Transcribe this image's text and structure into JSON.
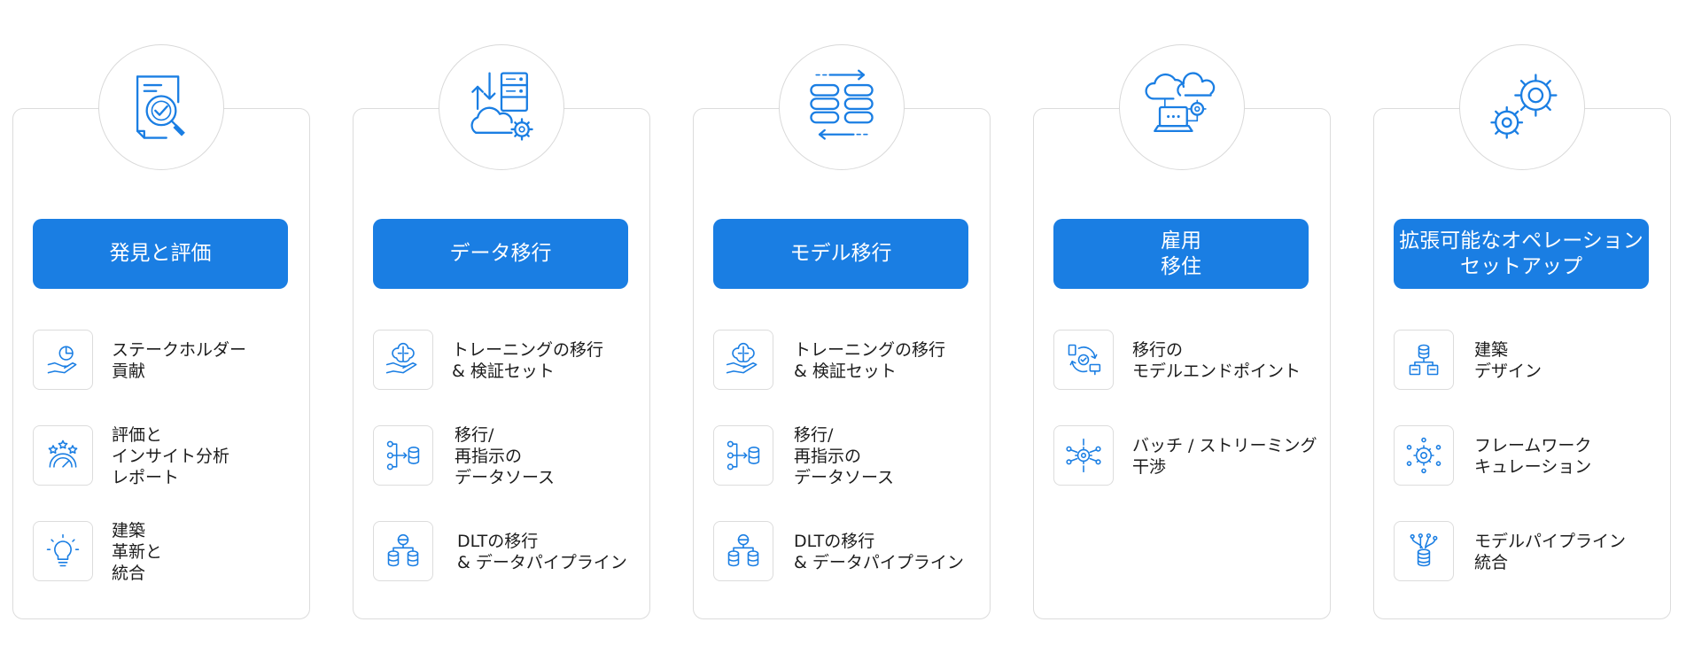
{
  "columns": [
    {
      "icon": "magnifier-document-icon",
      "title": "発見と評価",
      "items": [
        {
          "icon": "hand-pie-chart-icon",
          "text": "ステークホルダー\n貢献"
        },
        {
          "icon": "gauge-stars-icon",
          "text": "評価と\nインサイト分析\nレポート"
        },
        {
          "icon": "lightbulb-icon",
          "text": "建築\n革新と\n統合"
        }
      ]
    },
    {
      "icon": "cloud-server-transfer-icon",
      "title": "データ移行",
      "items": [
        {
          "icon": "hand-brain-icon",
          "text": "トレーニングの移行\n& 検証セット"
        },
        {
          "icon": "nodes-to-database-icon",
          "text": "移行/\n再指示の\nデータソース"
        },
        {
          "icon": "database-network-icon",
          "text": "DLTの移行\n& データパイプライン"
        }
      ]
    },
    {
      "icon": "database-transfer-arrows-icon",
      "title": "モデル移行",
      "items": [
        {
          "icon": "hand-brain-icon",
          "text": "トレーニングの移行\n& 検証セット"
        },
        {
          "icon": "nodes-to-database-icon",
          "text": "移行/\n再指示の\nデータソース"
        },
        {
          "icon": "database-network-icon",
          "text": "DLTの移行\n& データパイプライン"
        }
      ]
    },
    {
      "icon": "cloud-laptop-gear-icon",
      "title": "雇用\n移住",
      "items": [
        {
          "icon": "device-sync-check-icon",
          "text": "移行の\nモデルエンドポイント"
        },
        {
          "icon": "gear-network-icon",
          "text": "バッチ / ストリーミング\n干渉"
        }
      ]
    },
    {
      "icon": "gears-icon",
      "title": "拡張可能なオペレーション\nセットアップ",
      "items": [
        {
          "icon": "database-hierarchy-icon",
          "text": "建築\nデザイン"
        },
        {
          "icon": "gear-nodes-icon",
          "text": "フレームワーク\nキュレーション"
        },
        {
          "icon": "pipeline-database-icon",
          "text": "モデルパイプライン\n統合"
        }
      ]
    }
  ],
  "colors": {
    "accent": "#1a7ee3",
    "border": "#dcdcdc",
    "text": "#1c1c1c"
  }
}
